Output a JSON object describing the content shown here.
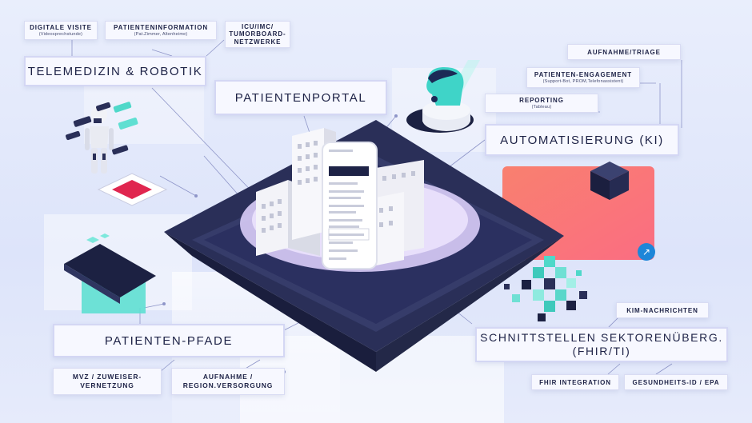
{
  "labels": {
    "telemedizin": "TELEMEDIZIN & ROBOTIK",
    "digitale_visite": "DIGITALE VISITE",
    "digitale_visite_sub": "(Videosprechstunde)",
    "patienteninformation": "PATIENTENINFORMATION",
    "patienteninformation_sub": "(Pat.Zimmer, Altenheime)",
    "icu_line1": "ICU/IMC/",
    "icu_line2": "TUMORBOARD-",
    "icu_line3": "NETZWERKE",
    "patientenportal": "PATIENTENPORTAL",
    "aufnahme_triage": "AUFNAHME/TRIAGE",
    "patienten_engagement": "PATIENTEN-ENGAGEMENT",
    "patienten_engagement_sub": "(Support-Bot, PROM,Telefonassistent)",
    "reporting": "REPORTING",
    "reporting_sub": "(Tableau)",
    "automatisierung": "AUTOMATISIERUNG (KI)",
    "patienten_pfade": "PATIENTEN-PFADE",
    "mvz_line1": "MVZ / ZUWEISER-",
    "mvz_line2": "VERNETZUNG",
    "aufnahme_region_line1": "AUFNAHME /",
    "aufnahme_region_line2": "REGION.VERSORGUNG",
    "kim": "KIM-NACHRICHTEN",
    "schnittstellen_line1": "SCHNITTSTELLEN SEKTORENÜBERG.",
    "schnittstellen_line2": "(FHIR/TI)",
    "fhir_integration": "FHIR INTEGRATION",
    "gesundheits_id": "GESUNDHEITS-ID / EPA"
  },
  "colors": {
    "accent_purple": "#c9b8f5",
    "navy": "#23284f",
    "teal": "#4fd8c9",
    "coral": "#f77b7b",
    "crimson": "#e0264f",
    "blue_button": "#1e86d8"
  },
  "icons": {
    "arrow_button": "arrow-up-right-icon"
  }
}
